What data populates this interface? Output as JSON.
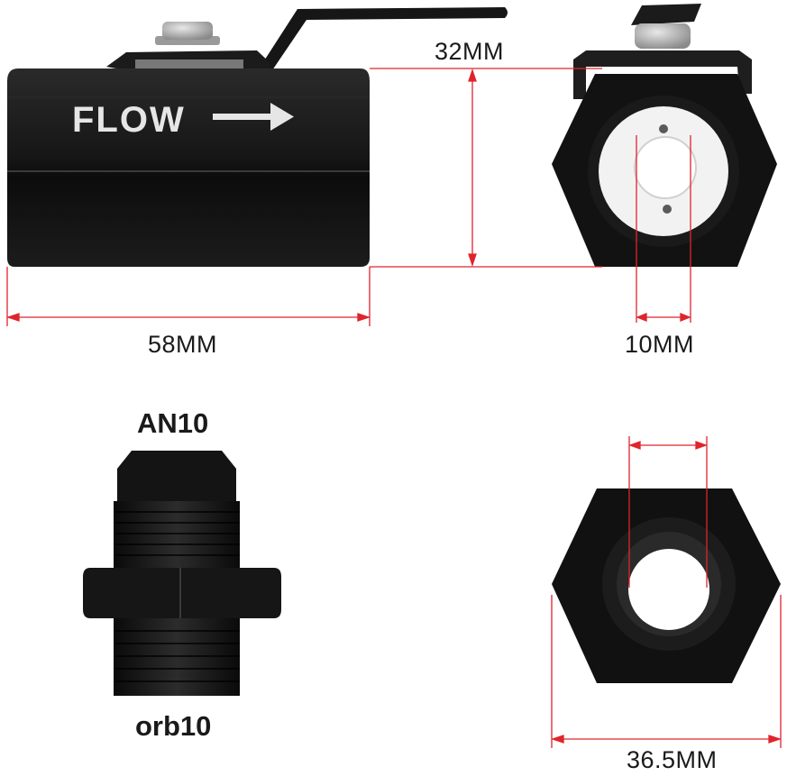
{
  "valve_side": {
    "flow_text": "FLOW"
  },
  "dimensions": {
    "height": "32MM",
    "length": "58MM",
    "bore": "10MM",
    "hex_width": "36.5MM"
  },
  "fitting": {
    "top_label": "AN10",
    "bottom_label": "orb10"
  },
  "colors": {
    "metal": "#121212",
    "metal_highlight": "#3a3a3a",
    "dimension_line": "#e0242c",
    "seal": "#f2f2f2",
    "text": "#1a1a1a"
  }
}
